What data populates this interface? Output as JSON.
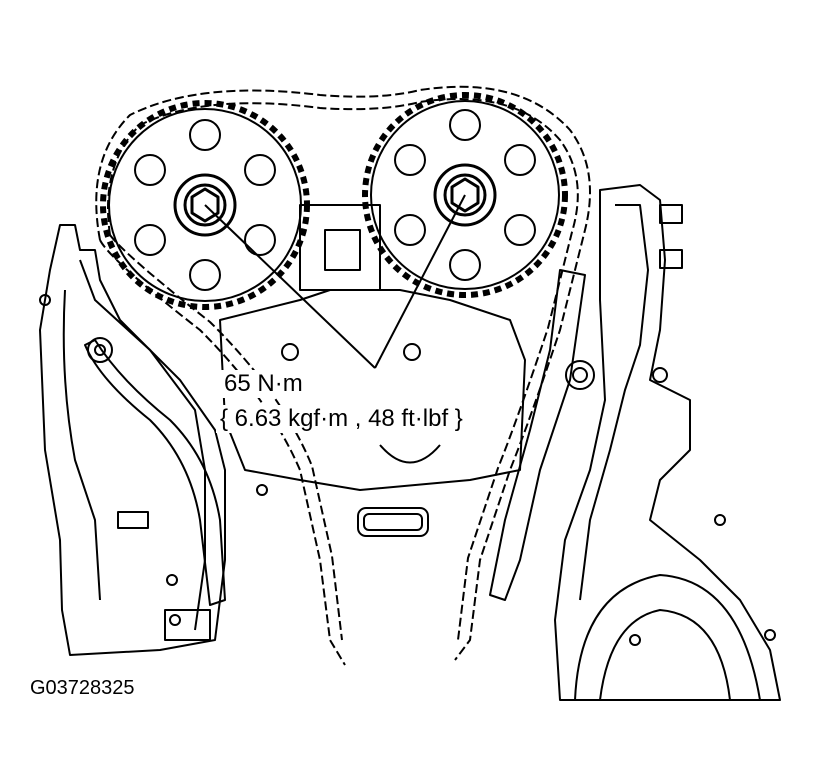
{
  "annotation": {
    "torque_value": "65 N·m",
    "torque_conversions": "{ 6.63 kgf·m , 48 ft·lbf }"
  },
  "figure": {
    "id": "G03728325"
  },
  "colors": {
    "ink": "#000000",
    "paper": "#ffffff"
  }
}
